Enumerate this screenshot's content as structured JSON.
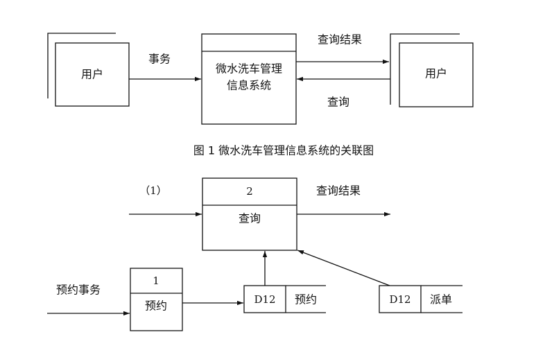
{
  "context_diagram": {
    "user_left": "用户",
    "user_right": "用户",
    "process": [
      "微水洗车管理",
      "信息系统"
    ],
    "flow_in": "事务",
    "flow_out": "查询结果",
    "flow_back": "查询"
  },
  "caption": "图 1 微水洗车管理信息系统的关联图",
  "dfd": {
    "blank_label": "（1）",
    "process_query": {
      "number": "2",
      "name": "查询"
    },
    "flow_query_result": "查询结果",
    "flow_booking_tx": "预约事务",
    "process_booking": {
      "number": "1",
      "name": "预约"
    },
    "store_booking": {
      "id": "D12",
      "name": "预约"
    },
    "store_dispatch": {
      "id": "D12",
      "name": "派单"
    }
  }
}
